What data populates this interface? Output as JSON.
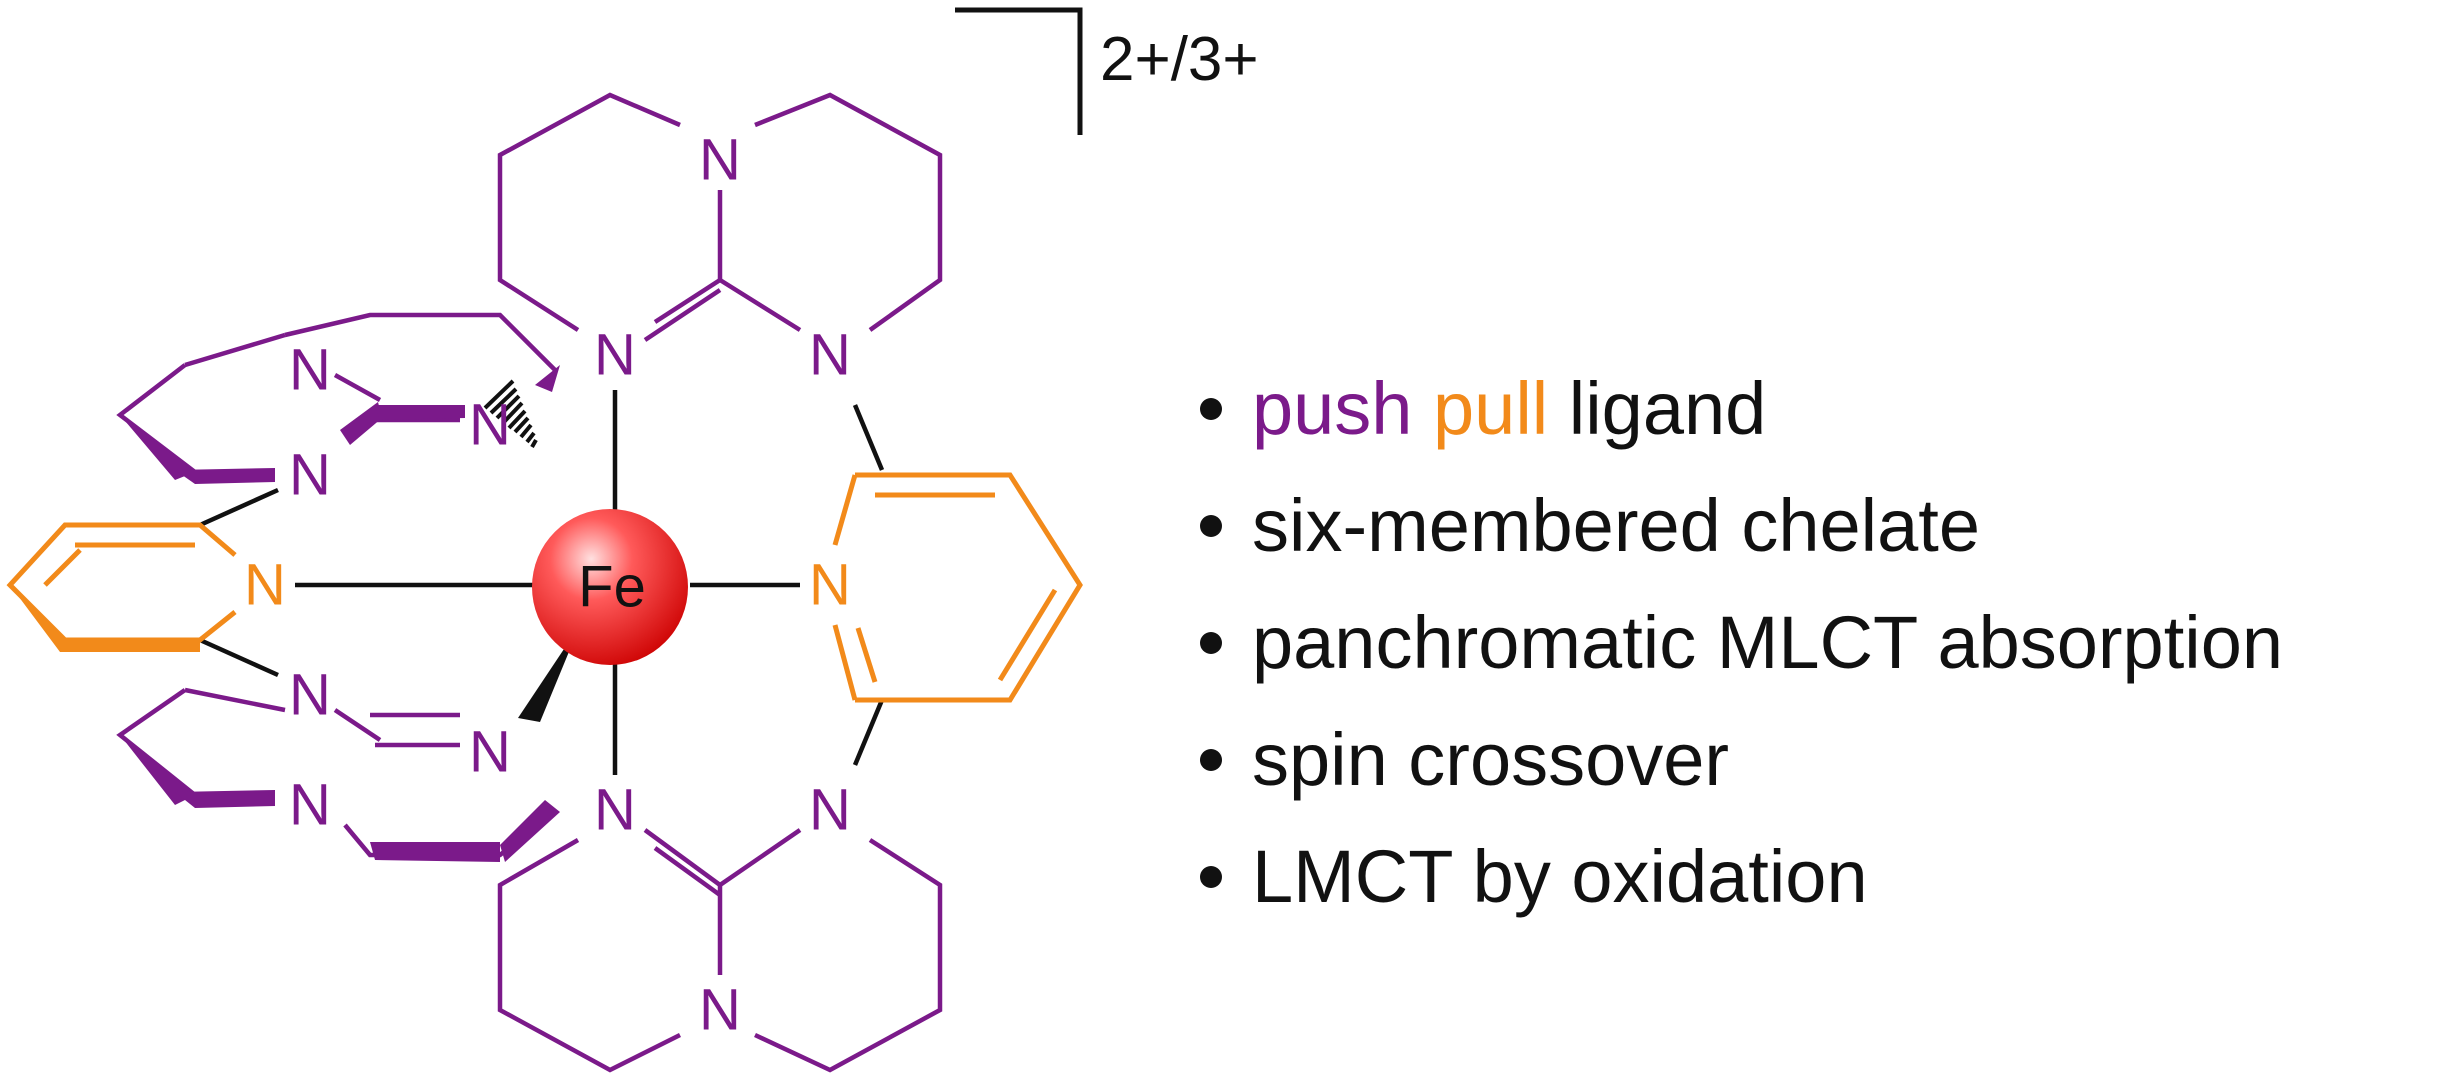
{
  "charge_label": "2+/3+",
  "colors": {
    "push": "#7b1a8a",
    "pull": "#f28a1a",
    "metal": "#e01010",
    "text": "#111111"
  },
  "atoms": {
    "metal": "Fe",
    "nitrogen": "N"
  },
  "bullets": {
    "item1": {
      "push": "push",
      "pull": "pull",
      "rest": "ligand"
    },
    "item2": "six-membered chelate",
    "item3": "panchromatic MLCT absorption",
    "item4": "spin crossover",
    "item5": "LMCT by oxidation"
  }
}
